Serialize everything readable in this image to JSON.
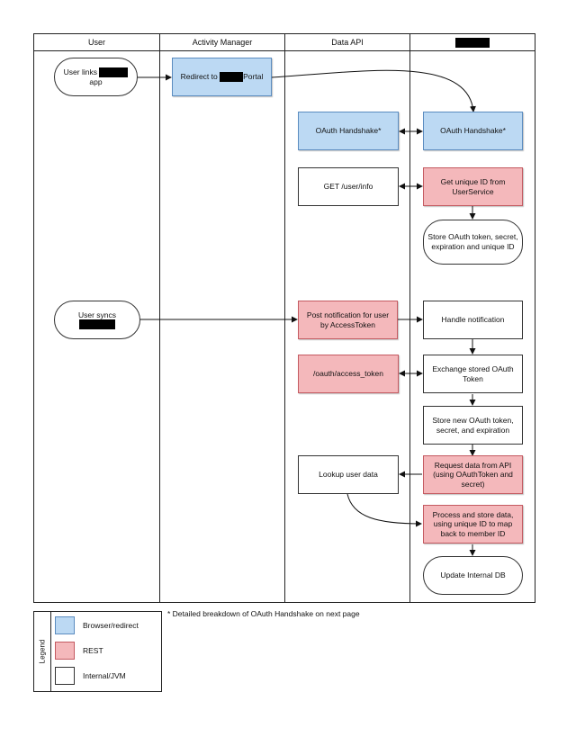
{
  "lanes": [
    {
      "title": "User"
    },
    {
      "title": "Activity Manager"
    },
    {
      "title": "Data API"
    },
    {
      "title": ""
    }
  ],
  "nodes": {
    "user_links": {
      "line1": "User links",
      "line2": "app"
    },
    "redirect": {
      "prefix": "Redirect to",
      "suffix": "Portal"
    },
    "oauth_api": {
      "label": "OAuth Handshake*"
    },
    "oauth_ext": {
      "label": "OAuth Handshake*"
    },
    "get_user_info": {
      "label": "GET /user/info"
    },
    "get_unique_id": {
      "label": "Get unique ID from UserService"
    },
    "store_token": {
      "label": "Store OAuth token, secret, expiration and unique ID"
    },
    "user_syncs": {
      "line1": "User syncs"
    },
    "post_notification": {
      "label": "Post notification for user by AccessToken"
    },
    "handle_notification": {
      "label": "Handle notification"
    },
    "access_token": {
      "label": "/oauth/access_token"
    },
    "exchange_token": {
      "label": "Exchange stored OAuth Token"
    },
    "store_new_token": {
      "label": "Store new OAuth token, secret, and expiration"
    },
    "lookup_user": {
      "label": "Lookup user data"
    },
    "request_data": {
      "label": "Request data from API (using OAuthToken and secret)"
    },
    "process_store": {
      "label": "Process and store data, using unique ID to map back to member ID"
    },
    "update_db": {
      "label": "Update Internal DB"
    }
  },
  "footnote": "* Detailed breakdown of OAuth Handshake on next page",
  "legend": {
    "title": "Legend",
    "items": [
      {
        "label": "Browser/redirect",
        "color": "#bcd9f3"
      },
      {
        "label": "REST",
        "color": "#f4b8bb"
      },
      {
        "label": "Internal/JVM",
        "color": "#ffffff"
      }
    ]
  }
}
